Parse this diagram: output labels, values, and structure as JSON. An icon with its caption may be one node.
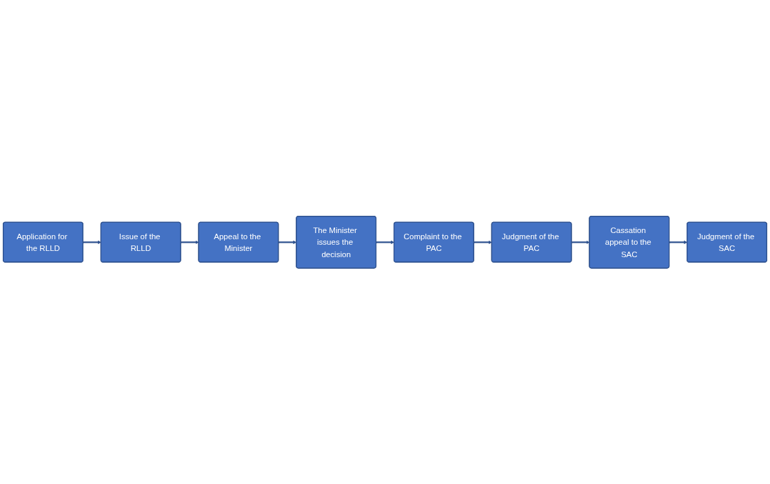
{
  "diagram": {
    "nodes": [
      {
        "text": [
          "Application for the RLLD"
        ]
      },
      {
        "text": [
          "Issue of the RLLD"
        ]
      },
      {
        "text": [
          "Appeal to the Minister"
        ]
      },
      {
        "text": [
          "The Minister issues the decision"
        ]
      },
      {
        "text": [
          "Complaint to the PAC"
        ]
      },
      {
        "text": [
          "Judgment of the PAC"
        ]
      },
      {
        "text": [
          "Cassation appeal to the SAC"
        ]
      },
      {
        "text": [
          "Judgment of the SAC"
        ]
      }
    ],
    "edges": [
      {
        "from": 0,
        "to": 1,
        "arrow": "to"
      },
      {
        "from": 1,
        "to": 2,
        "arrow": "to"
      },
      {
        "from": 2,
        "to": 3,
        "arrow": "to"
      },
      {
        "from": 3,
        "to": 4,
        "arrow": "to"
      },
      {
        "from": 4,
        "to": 5,
        "arrow": "to"
      },
      {
        "from": 5,
        "to": 6,
        "arrow": "to"
      },
      {
        "from": 6,
        "to": 7,
        "arrow": "to"
      }
    ]
  }
}
